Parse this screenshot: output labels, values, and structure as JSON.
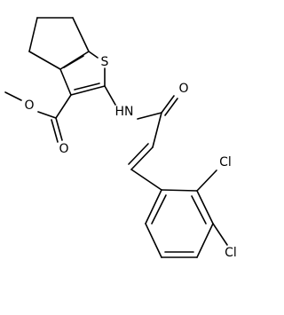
{
  "molecule": {
    "atom_labels": {
      "sulfur": "S",
      "amide_nitrogen": "HN",
      "amide_oxygen": "O",
      "ester_methoxy_oxygen": "O",
      "ester_carbonyl_oxygen": "O",
      "chlorine_ortho": "Cl",
      "chlorine_para": "Cl"
    }
  }
}
